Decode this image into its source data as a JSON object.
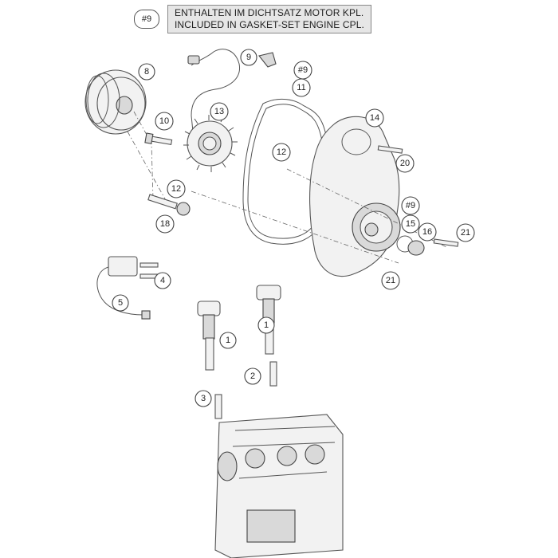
{
  "legend": {
    "tag": "#9",
    "line1": "ENTHALTEN IM DICHTSATZ MOTOR KPL.",
    "line2": "INCLUDED IN GASKET-SET ENGINE CPL."
  },
  "callouts": [
    "#9",
    "9",
    "8",
    "#9",
    "11",
    "13",
    "10",
    "14",
    "12",
    "20",
    "12",
    "#9",
    "15",
    "16",
    "21",
    "18",
    "21",
    "4",
    "5",
    "1",
    "1",
    "2",
    "3"
  ]
}
